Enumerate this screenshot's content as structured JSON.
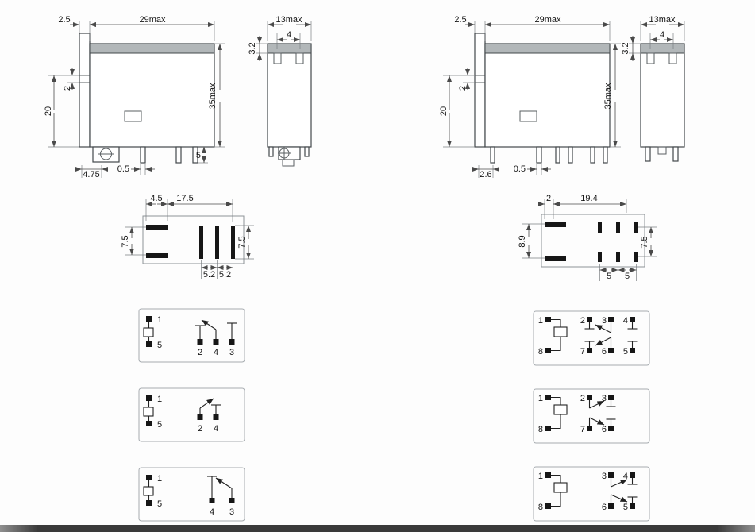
{
  "colors": {
    "drawing_line": "#43484b",
    "cover_band": "#b2b7b9",
    "pad_black": "#161616",
    "schematic_border": "#a6abb0",
    "bottom_bar": "#3a3a3a"
  },
  "left_relay": {
    "front_view": {
      "dim_flange_width": "2.5",
      "dim_width": "29max",
      "dim_body_height": "20",
      "dim_flange_thickness": "2",
      "dim_total_height": "35max",
      "dim_pin_offset": "4.75",
      "dim_pin_thickness": "0.5",
      "dim_pin_length": "5"
    },
    "side_view": {
      "dim_width": "13max",
      "dim_slot": "4",
      "dim_cover": "3.2"
    },
    "bottom_view": {
      "dim_margin": "4.5",
      "dim_span": "17.5",
      "dim_left_pitch": "7.5",
      "dim_right_pitch": "7.5",
      "dim_pitch_1": "5.2",
      "dim_pitch_2": "5.2"
    },
    "schematics": [
      {
        "coil_top": "1",
        "coil_bottom": "5",
        "contacts": [
          "2",
          "4",
          "3"
        ]
      },
      {
        "coil_top": "1",
        "coil_bottom": "5",
        "contacts": [
          "2",
          "4"
        ]
      },
      {
        "coil_top": "1",
        "coil_bottom": "5",
        "contacts": [
          "4",
          "3"
        ]
      }
    ]
  },
  "right_relay": {
    "front_view": {
      "dim_flange_width": "2.5",
      "dim_width": "29max",
      "dim_body_height": "20",
      "dim_flange_thickness": "2",
      "dim_total_height": "35max",
      "dim_pin_offset": "2.6",
      "dim_pin_thickness": "0.5"
    },
    "side_view": {
      "dim_width": "13max",
      "dim_slot": "4",
      "dim_cover": "3.2"
    },
    "bottom_view": {
      "dim_margin": "2",
      "dim_span": "19.4",
      "dim_left_pitch": "8.9",
      "dim_right_pitch": "7.5",
      "dim_pitch_1": "5",
      "dim_pitch_2": "5"
    },
    "schematics": [
      {
        "coil_top": "1",
        "coil_bottom": "8",
        "top": [
          "2",
          "3",
          "4"
        ],
        "bottom": [
          "7",
          "6",
          "5"
        ]
      },
      {
        "coil_top": "1",
        "coil_bottom": "8",
        "top": [
          "2",
          "3"
        ],
        "bottom": [
          "7",
          "6"
        ]
      },
      {
        "coil_top": "1",
        "coil_bottom": "8",
        "top": [
          "3",
          "4"
        ],
        "bottom": [
          "6",
          "5"
        ]
      }
    ]
  }
}
